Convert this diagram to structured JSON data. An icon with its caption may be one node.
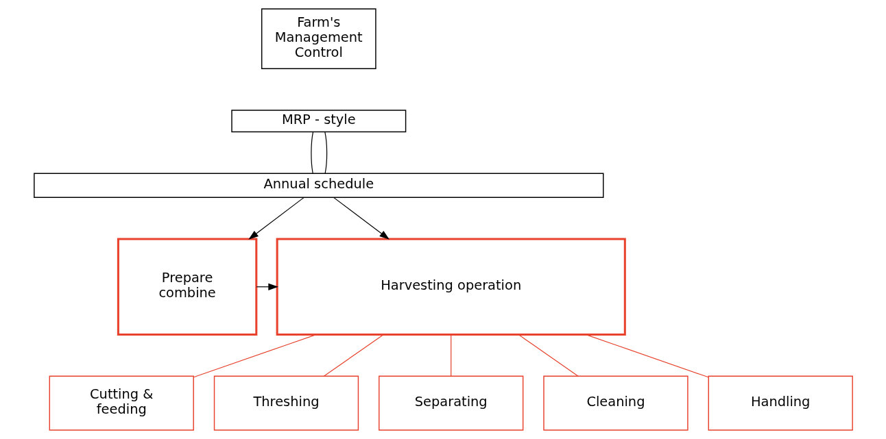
{
  "diagram": {
    "nodes": [
      {
        "text": [
          "Farm's Management Control"
        ]
      },
      {
        "text": [
          "MRP - style"
        ]
      },
      {
        "text": [
          "Annual schedule"
        ]
      },
      {
        "text": [
          "Prepare combine"
        ]
      },
      {
        "text": [
          "Harvesting operation"
        ]
      },
      {
        "text": [
          "Cutting & feeding"
        ]
      },
      {
        "text": [
          "Threshing"
        ]
      },
      {
        "text": [
          "Separating"
        ]
      },
      {
        "text": [
          "Cleaning"
        ]
      },
      {
        "text": [
          "Handling"
        ]
      }
    ],
    "edges": [
      {
        "from": 1,
        "to": 2,
        "arrow": "none"
      },
      {
        "from": 1,
        "to": 2,
        "arrow": "none"
      },
      {
        "from": 2,
        "to": 3,
        "arrow": "to"
      },
      {
        "from": 2,
        "to": 4,
        "arrow": "to"
      },
      {
        "from": 3,
        "to": 4,
        "arrow": "to"
      },
      {
        "from": 4,
        "to": 5,
        "arrow": "none",
        "color": "#e8412c"
      },
      {
        "from": 4,
        "to": 6,
        "arrow": "none",
        "color": "#e8412c"
      },
      {
        "from": 4,
        "to": 7,
        "arrow": "none",
        "color": "#e8412c"
      },
      {
        "from": 4,
        "to": 8,
        "arrow": "none",
        "color": "#e8412c"
      },
      {
        "from": 4,
        "to": 9,
        "arrow": "none",
        "color": "#e8412c"
      }
    ]
  }
}
